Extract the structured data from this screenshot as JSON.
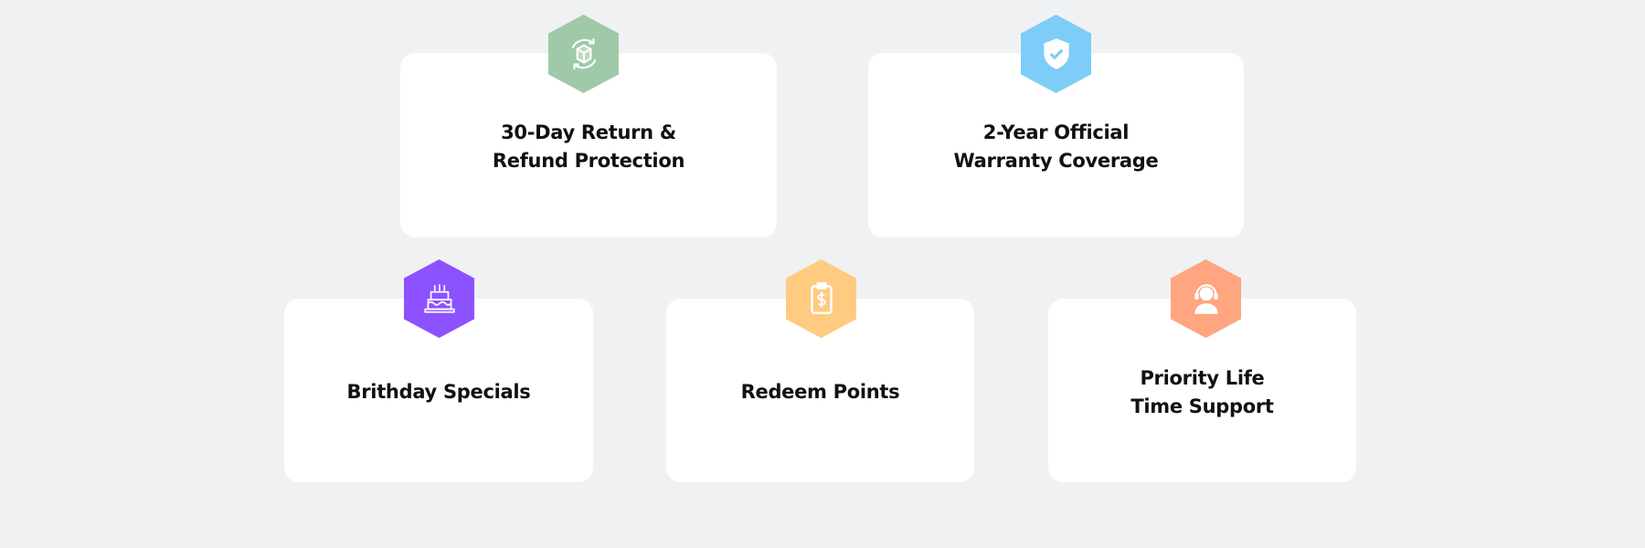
{
  "features": [
    {
      "title": "30-Day Return &\nRefund Protection",
      "icon": "box-return-icon",
      "color": "#9fc9a8"
    },
    {
      "title": "2-Year Official\nWarranty Coverage",
      "icon": "shield-check-icon",
      "color": "#7dcdf8"
    },
    {
      "title": "Brithday Specials",
      "icon": "birthday-cake-icon",
      "color": "#8c52ff"
    },
    {
      "title": "Redeem Points",
      "icon": "clipboard-dollar-icon",
      "color": "#ffcb80"
    },
    {
      "title": "Priority Life\nTime Support",
      "icon": "headset-support-icon",
      "color": "#ffa57f"
    }
  ]
}
